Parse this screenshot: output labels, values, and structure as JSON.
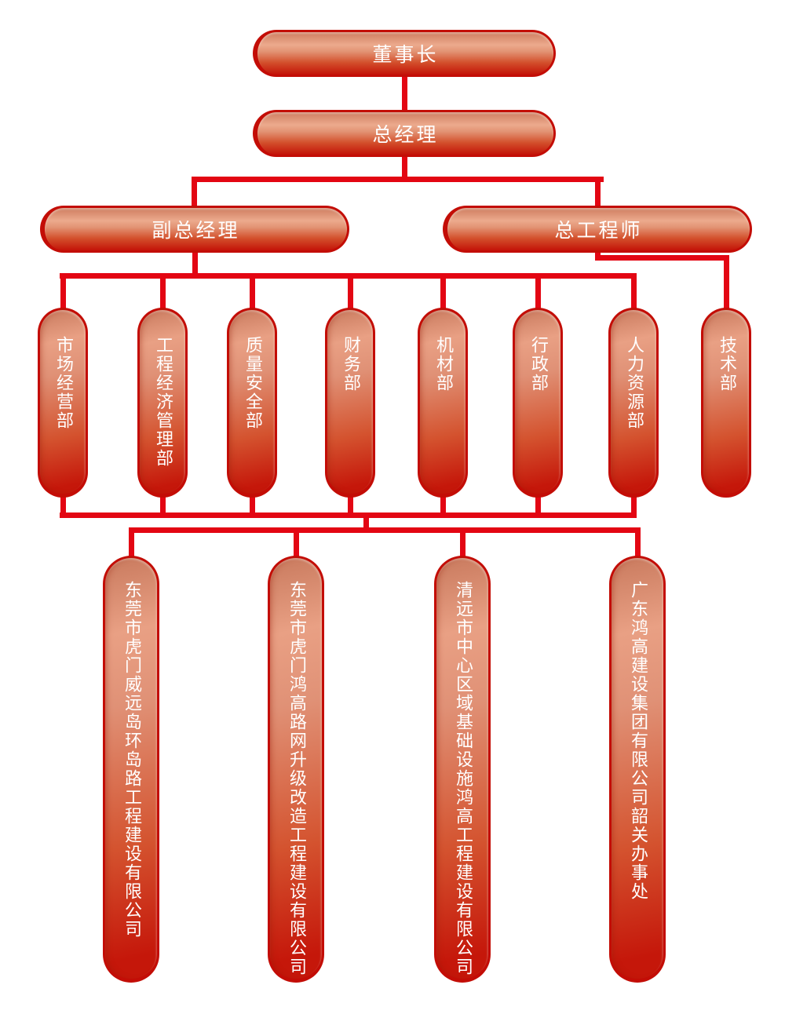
{
  "org": {
    "chairman": "董事长",
    "general_manager": "总经理",
    "deputy_general_manager": "副总经理",
    "chief_engineer": "总工程师",
    "departments": [
      "市场经营部",
      "工程经济管理部",
      "质量安全部",
      "财务部",
      "机材部",
      "行政部",
      "人力资源部",
      "技术部"
    ],
    "companies": [
      "东莞市虎门威远岛环岛路工程建设有限公司",
      "东莞市虎门鸿高路网升级改造工程建设有限公司",
      "清远市中心区域基础设施鸿高工程建设有限公司",
      "广东鸿高建设集团有限公司韶关办事处"
    ],
    "hierarchy": {
      "chairman_reports_to": null,
      "general_manager_reports_to": "董事长",
      "deputy_general_manager_reports_to": "总经理",
      "chief_engineer_reports_to": "总经理",
      "departments_under_deputy": [
        "市场经营部",
        "工程经济管理部",
        "质量安全部",
        "财务部",
        "机材部",
        "行政部",
        "人力资源部"
      ],
      "departments_under_chief_engineer": [
        "技术部"
      ],
      "companies_under_departments": [
        "东莞市虎门威远岛环岛路工程建设有限公司",
        "东莞市虎门鸿高路网升级改造工程建设有限公司",
        "清远市中心区域基础设施鸿高工程建设有限公司",
        "广东鸿高建设集团有限公司韶关办事处"
      ]
    },
    "colors": {
      "line": "#e30613",
      "pill_border": "#c30d06",
      "pill_gradient_light": "#ecaa8d",
      "pill_gradient_dark": "#c41308",
      "text": "#ffffff",
      "background": "#ffffff"
    }
  }
}
